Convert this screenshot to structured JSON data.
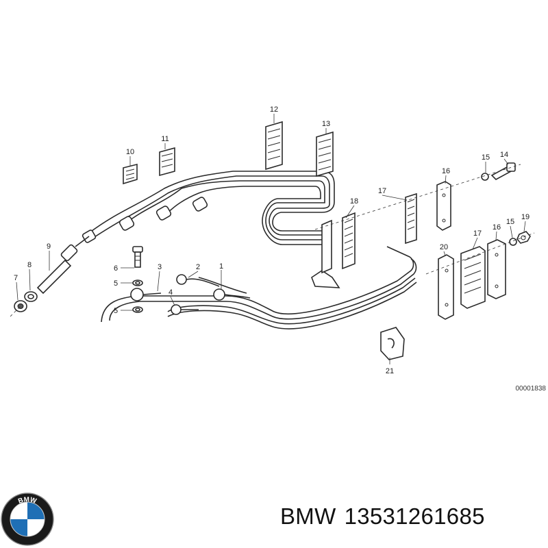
{
  "diagram": {
    "callouts": [
      "1",
      "2",
      "3",
      "4",
      "5",
      "5",
      "6",
      "7",
      "8",
      "9",
      "10",
      "11",
      "12",
      "13",
      "14",
      "15",
      "15",
      "16",
      "16",
      "17",
      "17",
      "18",
      "19",
      "20",
      "21"
    ],
    "drawing_code": "00001838"
  },
  "footer": {
    "brand": "BMW",
    "part_number": "13531261685",
    "logo_text": "BMW"
  },
  "colors": {
    "logo_blue": "#1f6fb5",
    "logo_ring": "#1a1a1a"
  }
}
